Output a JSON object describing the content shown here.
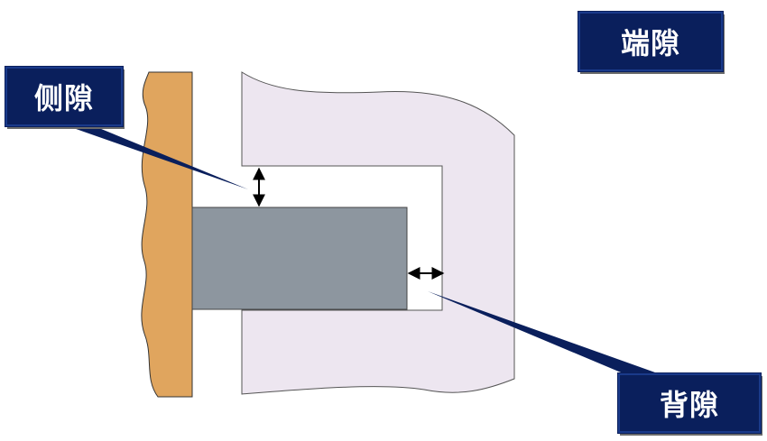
{
  "labels": {
    "end_clearance": "端隙",
    "side_clearance": "侧隙",
    "back_clearance": "背隙"
  },
  "colors": {
    "wood_part": "#e0a55e",
    "housing": "#ede6f0",
    "key_bar": "#8d969f",
    "label_bg": "#0a1f5c",
    "label_text": "#ffffff",
    "pointer": "#0a1f5c"
  }
}
